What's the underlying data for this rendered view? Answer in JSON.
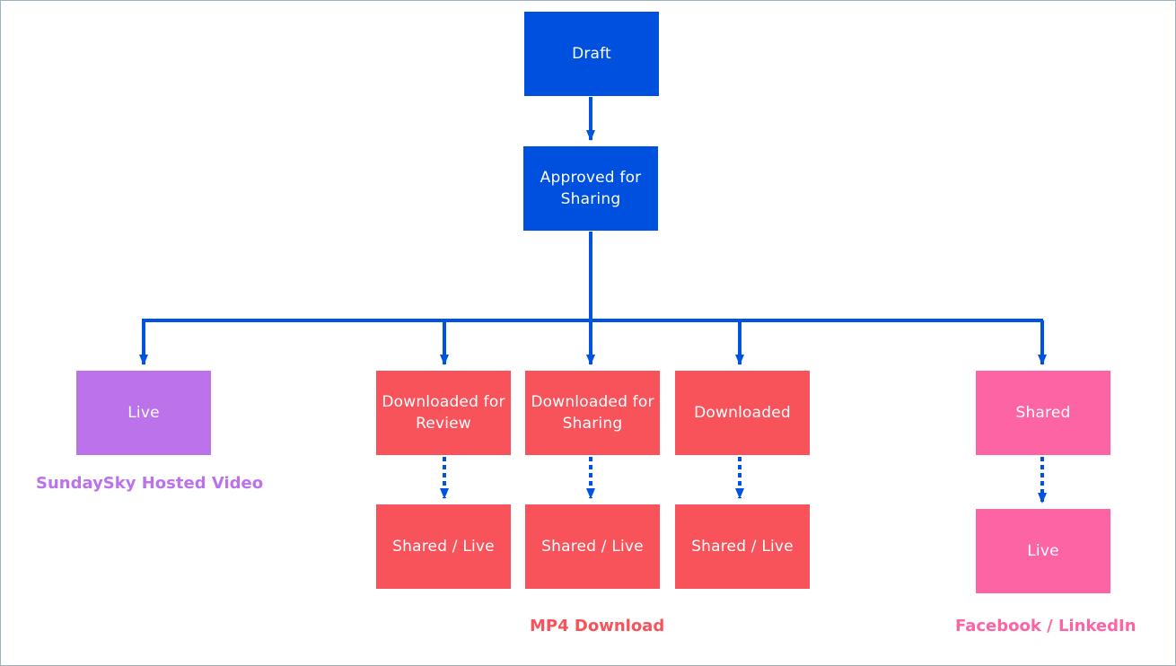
{
  "colors": {
    "connector": "#0052e0",
    "workflow_node": "#0050e0",
    "hosted_video": "#bb72ea",
    "mp4_download": "#f8525b",
    "social": "#fd64a3"
  },
  "nodes": {
    "draft": "Draft",
    "approved": "Approved for Sharing",
    "live_hosted": "Live",
    "downloaded_review": "Downloaded for Review",
    "downloaded_sharing": "Downloaded for Sharing",
    "downloaded": "Downloaded",
    "shared_social": "Shared",
    "shared_live_1": "Shared / Live",
    "shared_live_2": "Shared / Live",
    "shared_live_3": "Shared / Live",
    "live_social": "Live"
  },
  "group_labels": {
    "hosted_video": "SundaySky Hosted Video",
    "mp4_download": "MP4 Download",
    "social": "Facebook / LinkedIn"
  }
}
